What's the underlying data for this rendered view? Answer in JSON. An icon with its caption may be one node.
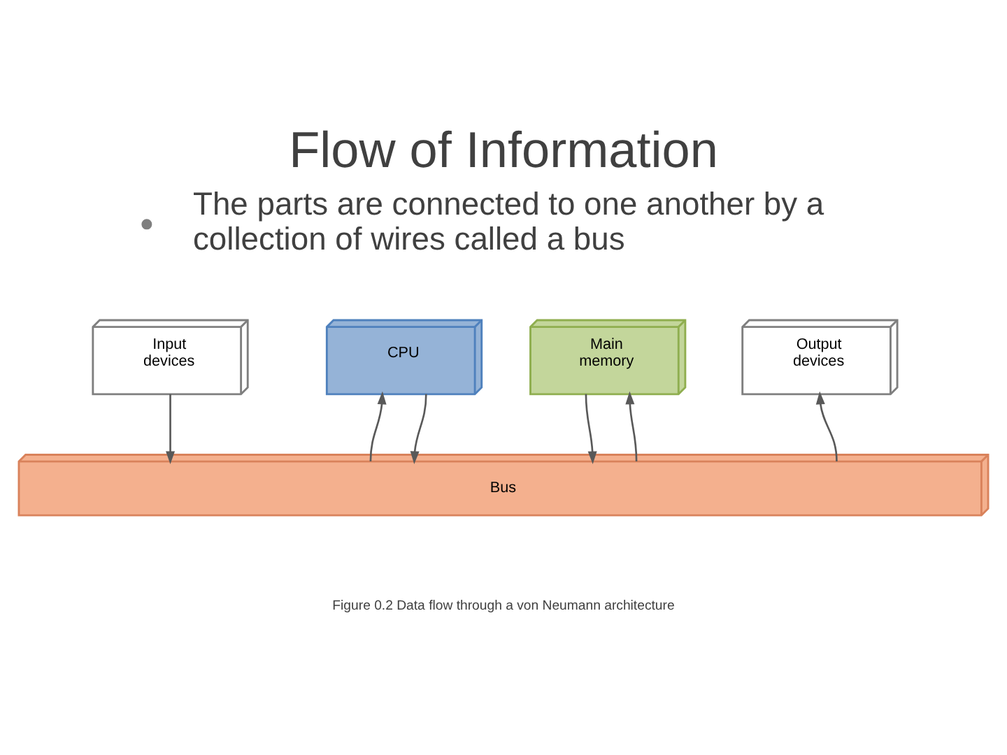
{
  "diagram": {
    "title": "Flow of Information",
    "caption": "Figure 0.2 Data flow through a von Neumann architecture",
    "nodes": [
      {
        "text": [
          "Input devices"
        ]
      },
      {
        "text": [
          "CPU"
        ]
      },
      {
        "text": [
          "Main memory"
        ]
      },
      {
        "text": [
          "Output devices"
        ]
      },
      {
        "text": [
          "Bus"
        ]
      }
    ],
    "edges": [
      {
        "from": 0,
        "to": 4,
        "arrow": "to"
      },
      {
        "from": 4,
        "to": 1,
        "arrow": "to"
      },
      {
        "from": 1,
        "to": 4,
        "arrow": "to"
      },
      {
        "from": 2,
        "to": 4,
        "arrow": "to"
      },
      {
        "from": 4,
        "to": 2,
        "arrow": "to"
      },
      {
        "from": 4,
        "to": 3,
        "arrow": "to"
      }
    ],
    "labels": [
      "The parts are connected to one another by a collection of wires called a bus"
    ]
  }
}
